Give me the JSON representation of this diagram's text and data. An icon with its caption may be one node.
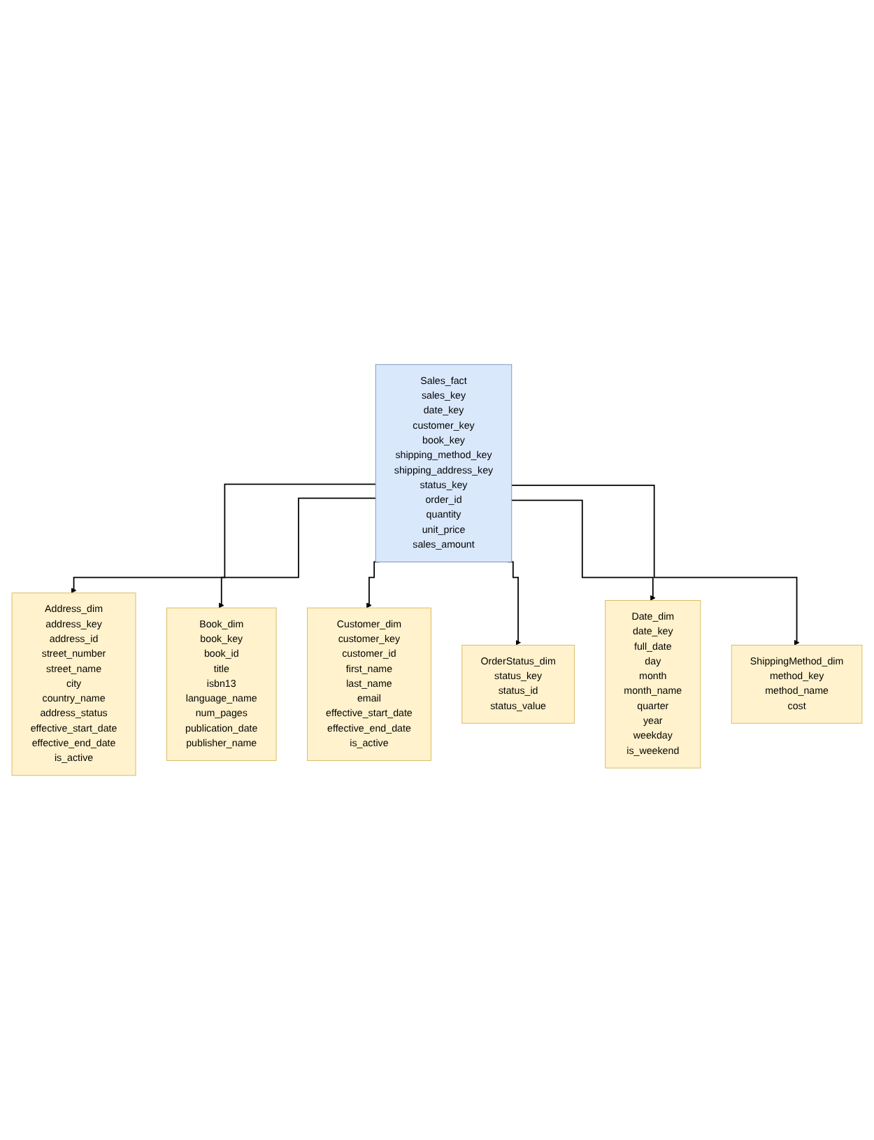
{
  "diagram": {
    "nodes": [
      {
        "text": [
          "Address_dim",
          "address_key",
          "address_id",
          "street_number",
          "street_name",
          "city",
          "country_name",
          "address_status",
          "effective_start_date",
          "effective_end_date",
          "is_active"
        ]
      },
      {
        "text": [
          "Book_dim",
          "book_key",
          "book_id",
          "title",
          "isbn13",
          "language_name",
          "num_pages",
          "publication_date",
          "publisher_name"
        ]
      },
      {
        "text": [
          "Customer_dim",
          "customer_key",
          "customer_id",
          "first_name",
          "last_name",
          "email",
          "effective_start_date",
          "effective_end_date",
          "is_active"
        ]
      },
      {
        "text": [
          "Sales_fact",
          "sales_key",
          "date_key",
          "customer_key",
          "book_key",
          "shipping_method_key",
          "shipping_address_key",
          "status_key",
          "order_id",
          "quantity",
          "unit_price",
          "sales_amount"
        ]
      },
      {
        "text": [
          "OrderStatus_dim",
          "status_key",
          "status_id",
          "status_value"
        ]
      },
      {
        "text": [
          "Date_dim",
          "date_key",
          "full_date",
          "day",
          "month",
          "month_name",
          "quarter",
          "year",
          "weekday",
          "is_weekend"
        ]
      },
      {
        "text": [
          "ShippingMethod_dim",
          "method_key",
          "method_name",
          "cost"
        ]
      }
    ],
    "edges": [
      {
        "from": 3,
        "to": 0,
        "arrow": "to"
      },
      {
        "from": 3,
        "to": 1,
        "arrow": "to"
      },
      {
        "from": 3,
        "to": 2,
        "arrow": "to"
      },
      {
        "from": 3,
        "to": 4,
        "arrow": "to"
      },
      {
        "from": 3,
        "to": 5,
        "arrow": "to"
      },
      {
        "from": 3,
        "to": 6,
        "arrow": "to"
      }
    ]
  }
}
